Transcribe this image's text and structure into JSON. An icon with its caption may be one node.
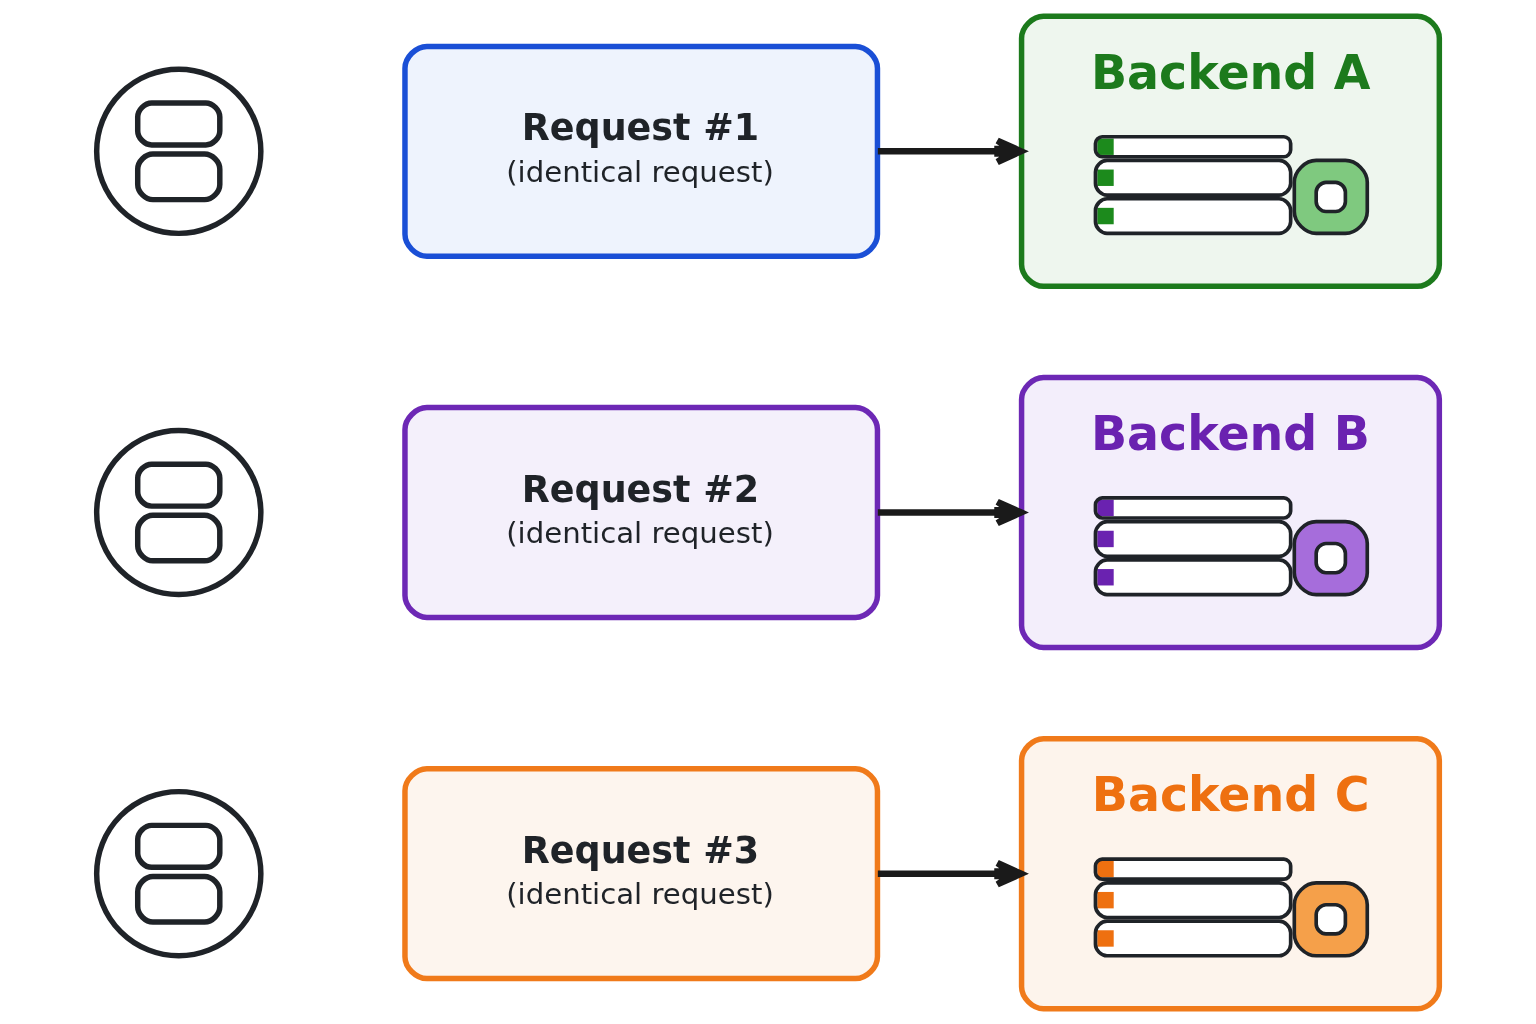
{
  "diagram": {
    "nodes": [
      {
        "text": [],
        "shape": "person"
      },
      {
        "text": [
          "Request #1",
          "(identical request)"
        ]
      },
      {
        "text": [
          "Backend A"
        ]
      },
      {
        "text": [],
        "shape": "person"
      },
      {
        "text": [
          "Request #2",
          "(identical request)"
        ]
      },
      {
        "text": [
          "Backend B"
        ]
      },
      {
        "text": [],
        "shape": "person"
      },
      {
        "text": [
          "Request #3",
          "(identical request)"
        ]
      },
      {
        "text": [
          "Backend C"
        ]
      }
    ],
    "edges": [
      {
        "from": 1,
        "to": 2,
        "arrow": "to"
      },
      {
        "from": 4,
        "to": 5,
        "arrow": "to"
      },
      {
        "from": 7,
        "to": 8,
        "arrow": "to"
      }
    ]
  }
}
